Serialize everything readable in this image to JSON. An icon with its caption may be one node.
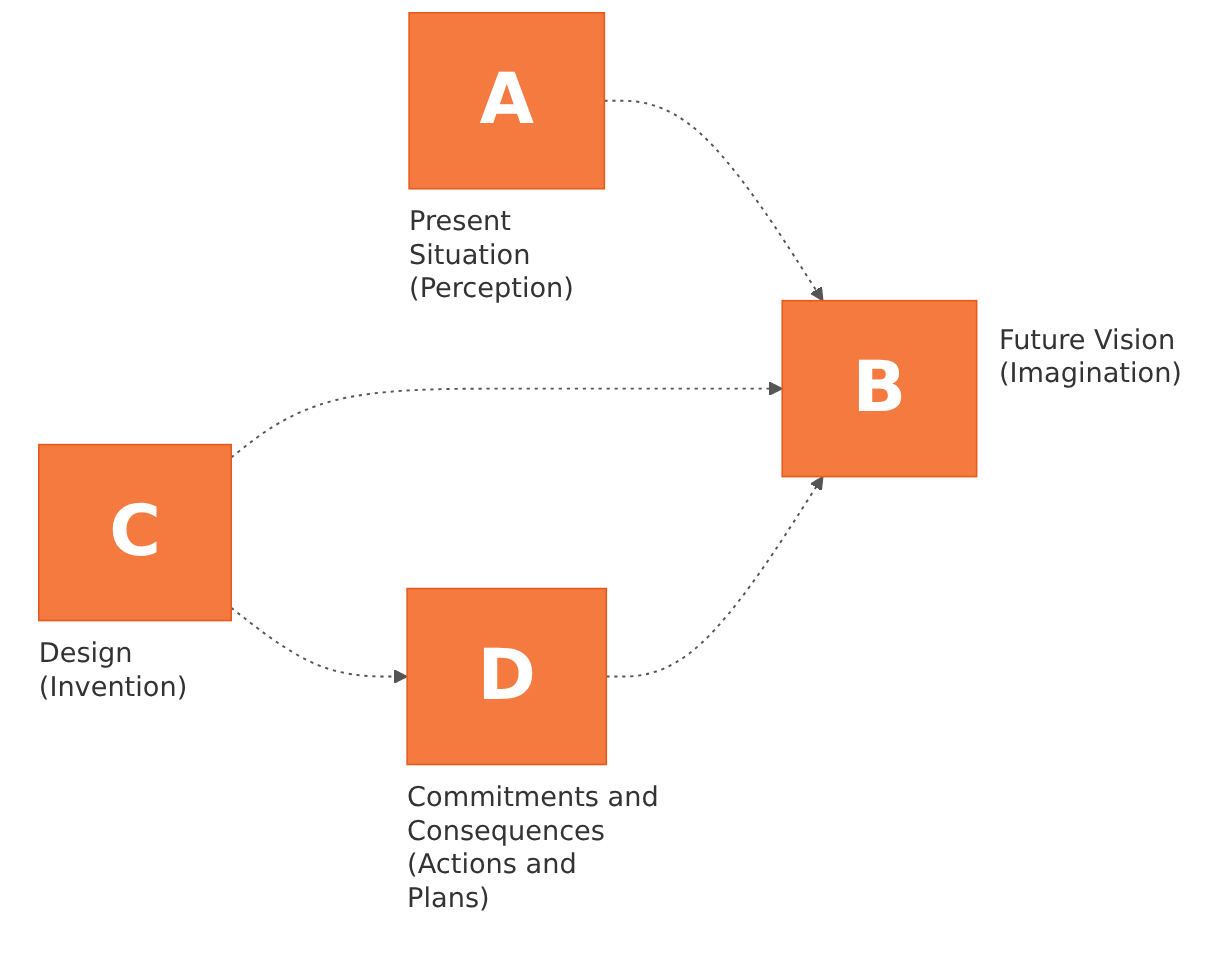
{
  "diagram": {
    "nodes": [
      {
        "text": [
          "A"
        ],
        "beside": [
          "Present Situation (Perception)"
        ]
      },
      {
        "text": [
          "B"
        ],
        "beside": [
          "Future Vision (Imagination)"
        ]
      },
      {
        "text": [
          "C"
        ],
        "beside": [
          "Design (Invention)"
        ]
      },
      {
        "text": [
          "D"
        ],
        "beside": [
          "Commitments and Consequences (Actions and Plans)"
        ]
      }
    ],
    "edges": [
      {
        "from": 0,
        "to": 1,
        "arrow": "to",
        "style": "dashed"
      },
      {
        "from": 2,
        "to": 1,
        "arrow": "to",
        "style": "dashed"
      },
      {
        "from": 2,
        "to": 3,
        "arrow": "to",
        "style": "dashed"
      },
      {
        "from": 3,
        "to": 1,
        "arrow": "to",
        "style": "dashed"
      }
    ]
  }
}
